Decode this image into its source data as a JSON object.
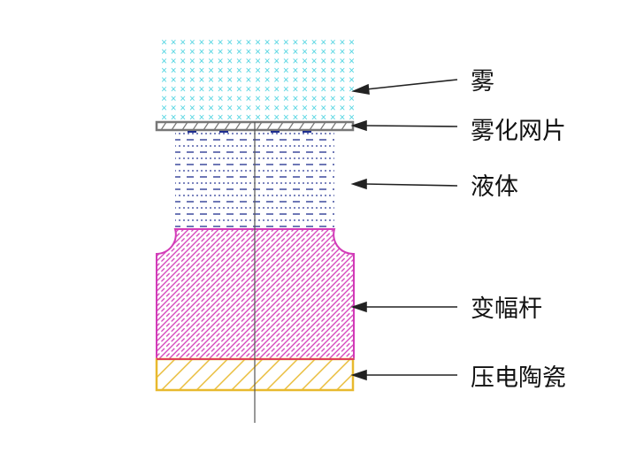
{
  "labels": {
    "mist": "雾",
    "mesh": "雾化网片",
    "liquid": "液体",
    "horn": "变幅杆",
    "ceramic": "压电陶瓷"
  },
  "colors": {
    "mist": "#3fd0de",
    "mesh": "#777777",
    "liquid": "#1f2e8f",
    "horn": "#d23bb8",
    "ceramic": "#e8b92e",
    "interface": "#e0405a",
    "line": "#222222"
  }
}
